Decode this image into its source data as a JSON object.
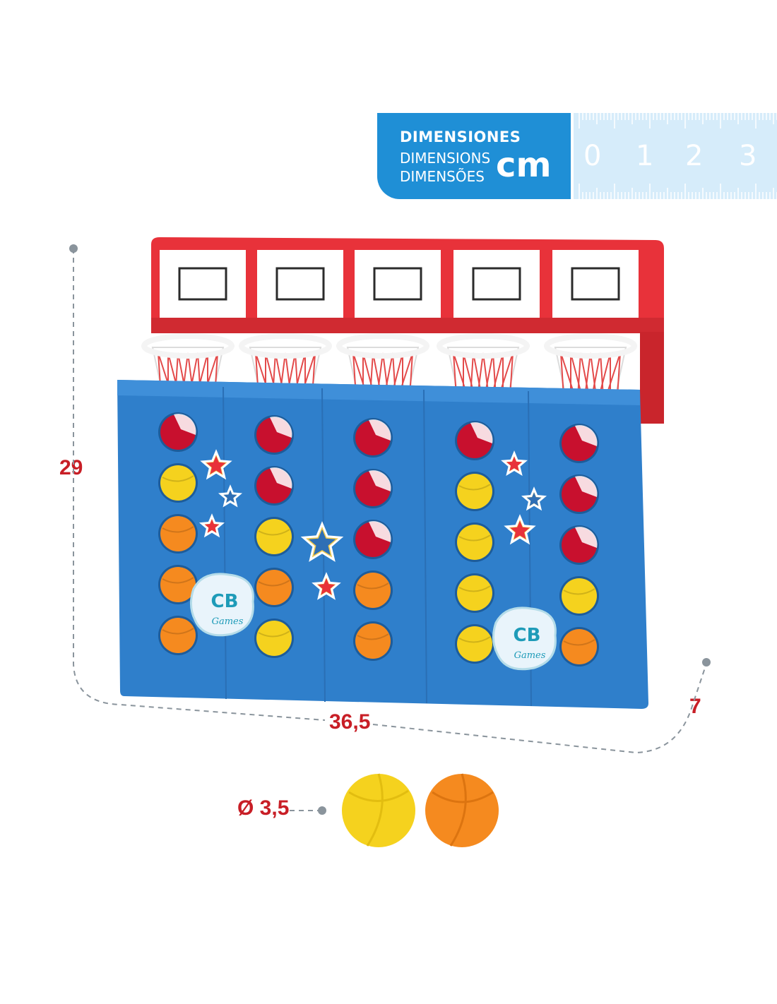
{
  "badge": {
    "line1": "DIMENSIONES",
    "line2": "DIMENSIONS",
    "line3": "DIMENSÕES",
    "unit": "cm",
    "bg_color": "#1f8fd6"
  },
  "ruler": {
    "numbers": [
      "0",
      "1",
      "2",
      "3"
    ],
    "bg_color": "#d6ecfa"
  },
  "dimensions": {
    "height": "29",
    "width": "36,5",
    "depth": "7",
    "ball_diameter": "Ø 3,5",
    "label_color": "#c81e26"
  },
  "product": {
    "logo_top": "CB",
    "logo_bottom": "Games",
    "body_color": "#2f7fcb",
    "frame_color": "#e8323a",
    "ball_yellow": "#f5d21e",
    "ball_orange": "#f58a1f",
    "columns": [
      [
        "red",
        "yellow",
        "orange",
        "orange",
        "orange"
      ],
      [
        "red",
        "red",
        "yellow",
        "orange",
        "yellow"
      ],
      [
        "red",
        "red",
        "red",
        "orange",
        "orange"
      ],
      [
        "red",
        "yellow",
        "yellow",
        "yellow",
        "yellow"
      ],
      [
        "red",
        "red",
        "red",
        "yellow",
        "orange"
      ]
    ]
  }
}
